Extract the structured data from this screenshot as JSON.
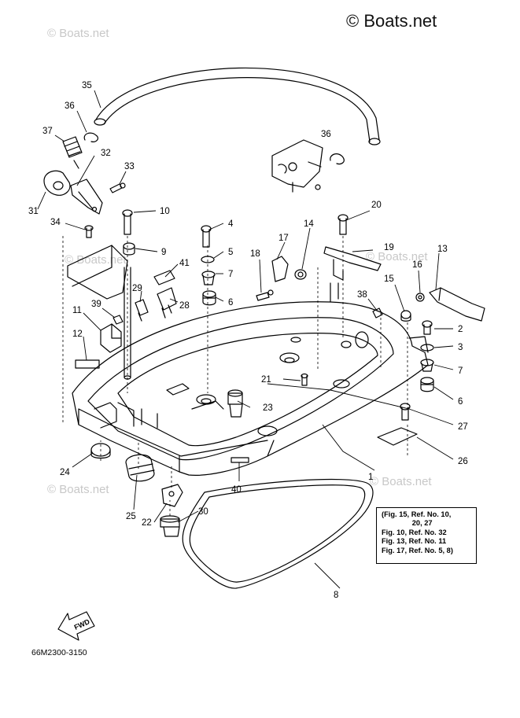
{
  "watermarks": [
    "© Boats.net",
    "© Boats.net",
    "© Boats.net",
    "© Boats.net",
    "© Boats.net"
  ],
  "brand": "© Boats.net",
  "diagram_code": "66M2300-3150",
  "fwd_label": "FWD",
  "reference_note": [
    "(Fig. 15, Ref. No. 10,",
    "               20, 27",
    "Fig. 10, Ref. No. 32",
    "Fig. 13, Ref. No. 11",
    "Fig. 17, Ref. No. 5, 8)"
  ],
  "callouts": [
    "1",
    "2",
    "3",
    "4",
    "5",
    "6",
    "6",
    "7",
    "7",
    "8",
    "9",
    "10",
    "11",
    "12",
    "13",
    "14",
    "15",
    "16",
    "17",
    "18",
    "19",
    "20",
    "21",
    "22",
    "23",
    "24",
    "25",
    "26",
    "27",
    "28",
    "29",
    "30",
    "31",
    "32",
    "33",
    "34",
    "35",
    "36",
    "36",
    "37",
    "38",
    "39",
    "40",
    "41"
  ]
}
